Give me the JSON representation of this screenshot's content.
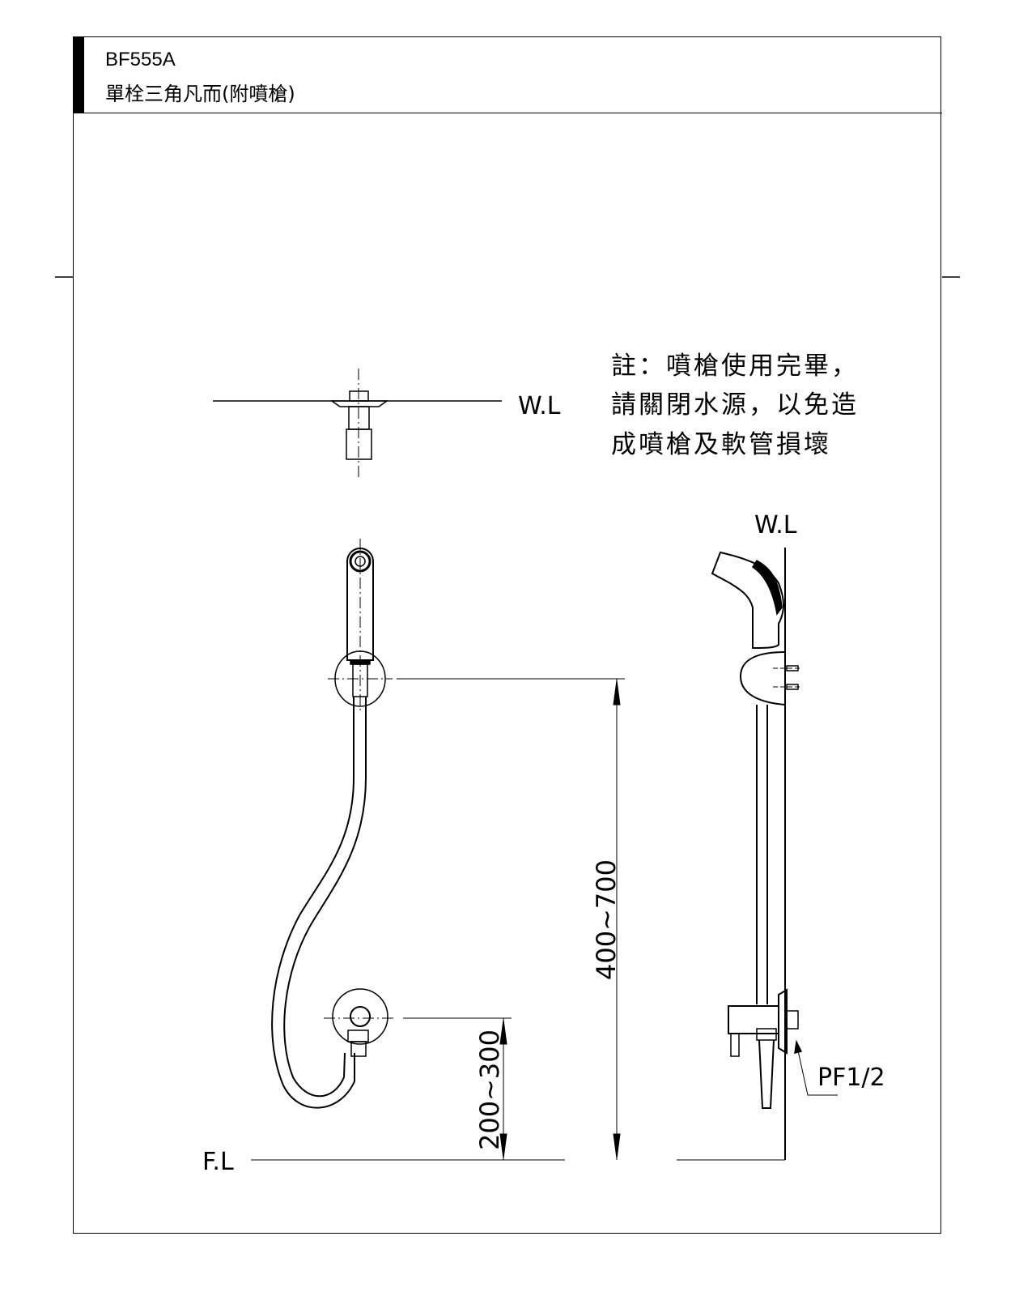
{
  "header": {
    "model": "BF555A",
    "description": "單栓三角凡而(附噴槍)"
  },
  "note": {
    "lines": [
      "註：噴槍使用完畢，",
      "請關閉水源，以免造",
      "成噴槍及軟管損壞"
    ]
  },
  "labels": {
    "wl_top": "W.L",
    "wl_side": "W.L",
    "fl": "F.L",
    "pf": "PF1/2"
  },
  "dimensions": {
    "holder_height": "400~700",
    "valve_height": "200~300"
  }
}
